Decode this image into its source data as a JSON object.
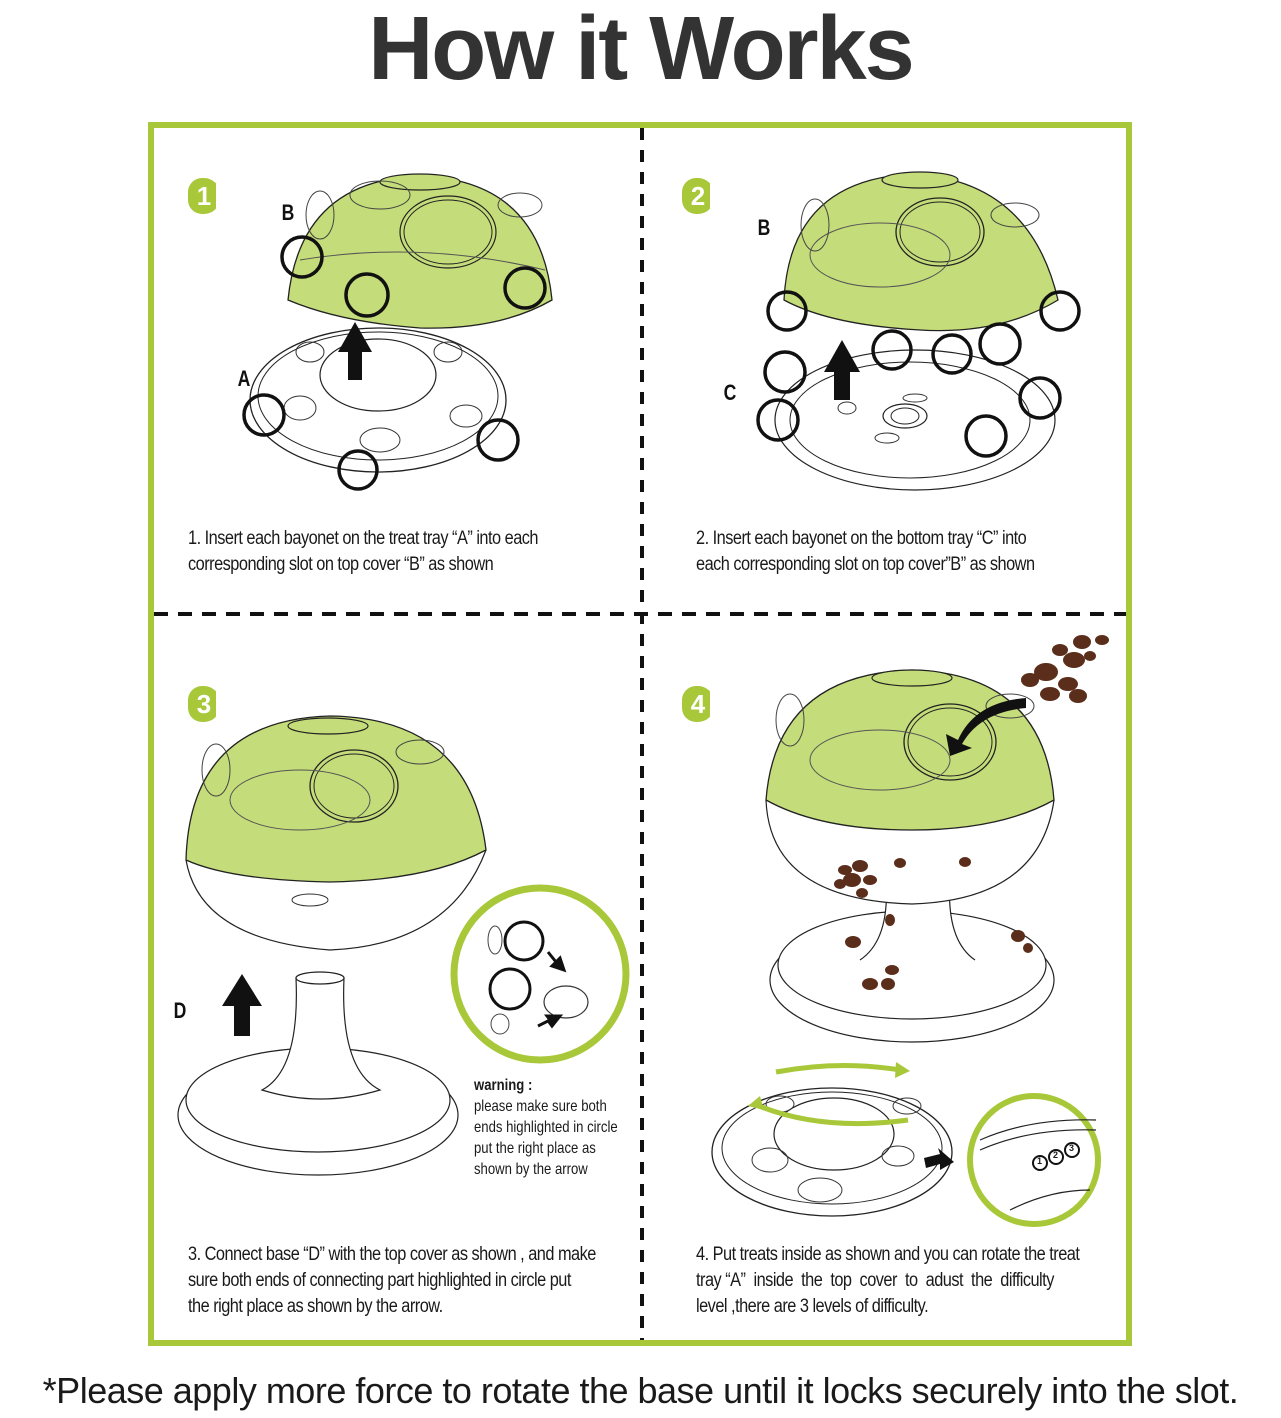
{
  "page": {
    "title": "How it Works",
    "footer_note": "*Please apply more force to rotate the base until it locks securely into the slot."
  },
  "colors": {
    "accent_green": "#a8c83a",
    "cover_fill": "#c5dc7a",
    "title_text": "#333333",
    "treat_brown": "#5a2e1a",
    "outline": "#111111"
  },
  "steps": [
    {
      "number": "1",
      "labels": [
        "B",
        "A"
      ],
      "caption_line1": "1. Insert each bayonet on the treat tray “A” into each",
      "caption_line2": "corresponding slot on top cover “B” as shown"
    },
    {
      "number": "2",
      "labels": [
        "B",
        "C"
      ],
      "caption_line1": "2. Insert each  bayonet on the bottom tray “C” into",
      "caption_line2": "each corresponding slot on top cover”B” as shown"
    },
    {
      "number": "3",
      "labels": [
        "D"
      ],
      "caption_line1": "3. Connect base “D” with the top cover as shown , and make",
      "caption_line2": "sure both ends of connecting part highlighted in circle put",
      "caption_line3": "the right place as shown by the arrow.",
      "warning": {
        "heading": "warning :",
        "line1": "please make sure both",
        "line2": "ends highlighted in circle",
        "line3": "put the right place as",
        "line4": "shown by the arrow"
      }
    },
    {
      "number": "4",
      "difficulty_marks": [
        "1",
        "2",
        "3"
      ],
      "caption_line1": "4. Put treats inside as shown and you can rotate the treat",
      "caption_line2": "tray “A”  inside  the  top  cover  to  adust  the  difficulty",
      "caption_line3": "level ,there are 3 levels of difficulty."
    }
  ]
}
